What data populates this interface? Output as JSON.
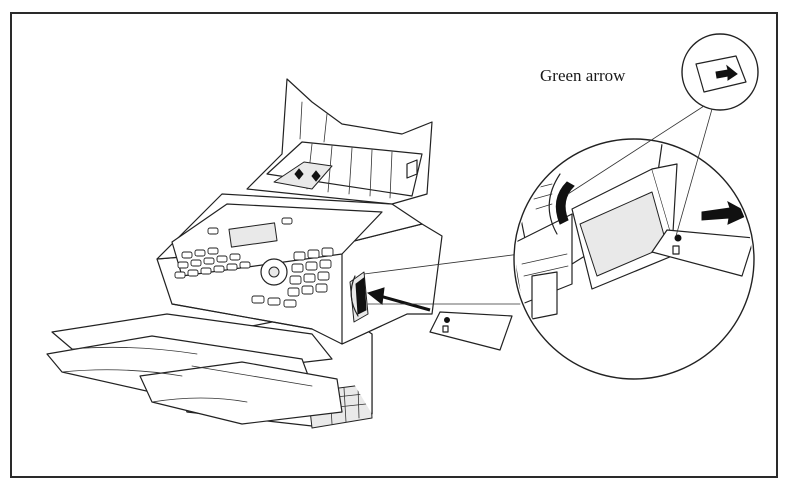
{
  "diagram": {
    "callout_label": "Green arrow",
    "colors": {
      "line": "#222222",
      "background": "#ffffff",
      "frame": "#2a2a2a"
    },
    "icons": [
      "fax-machine-illustration",
      "cartridge-card",
      "insertion-arrow",
      "magnifier-circle",
      "green-arrow-symbol"
    ]
  }
}
